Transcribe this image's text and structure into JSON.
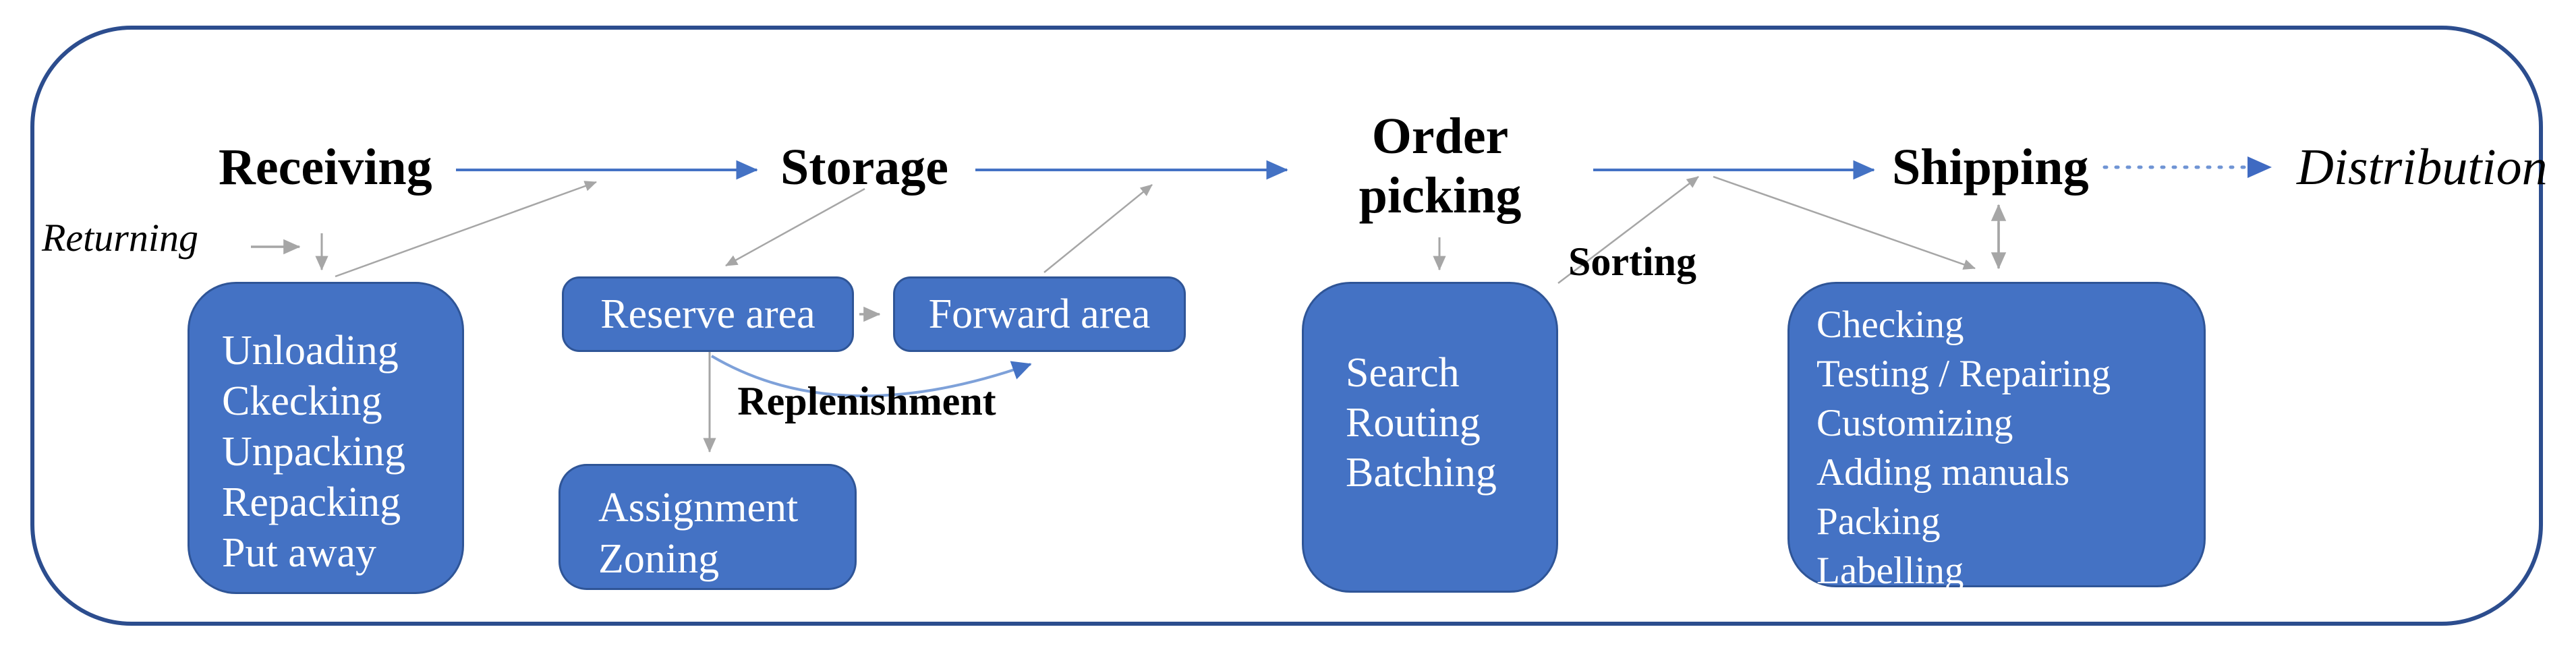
{
  "diagram": {
    "stages": {
      "receiving": "Receiving",
      "storage": "Storage",
      "order_picking": "Order picking",
      "shipping": "Shipping",
      "distribution": "Distribution"
    },
    "annotations": {
      "returning": "Returning",
      "replenishment": "Replenishment",
      "sorting": "Sorting"
    },
    "boxes": {
      "receiving_ops": [
        "Unloading",
        "Ckecking",
        "Unpacking",
        "Repacking",
        "Put away"
      ],
      "reserve_area": "Reserve area",
      "forward_area": "Forward area",
      "storage_ops": [
        "Assignment",
        "Zoning"
      ],
      "order_picking_ops": [
        "Search",
        "Routing",
        "Batching"
      ],
      "shipping_ops": [
        "Checking",
        "Testing / Repairing",
        "Customizing",
        "Adding manuals",
        "Packing",
        "Labelling"
      ]
    },
    "colors": {
      "box_fill": "#4472c4",
      "box_border": "#2f5597",
      "flow_arrow": "#4472c4",
      "dotted_arrow": "#6f94d4",
      "gray_arrow": "#a6a6a6",
      "replenishment_arc": "#7ea1d9",
      "frame_border": "#2c4d8e",
      "box_text": "#ffffff",
      "heading_text": "#000000"
    }
  }
}
